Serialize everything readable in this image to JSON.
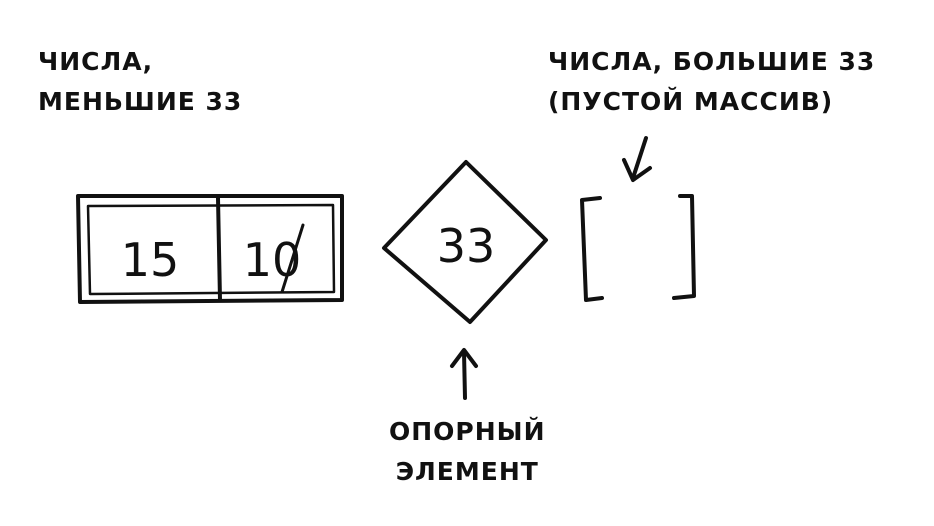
{
  "labels": {
    "less": {
      "line1": "ЧИСЛА,",
      "line2": "МЕНЬШИЕ 33"
    },
    "greater": {
      "line1": "ЧИСЛА, БОЛЬШИЕ 33",
      "line2": "(ПУСТОЙ МАССИВ)"
    },
    "pivot": {
      "line1": "ОПОРНЫЙ",
      "line2": "ЭЛЕМЕНТ"
    }
  },
  "left_array": [
    "15",
    "10"
  ],
  "pivot_value": "33",
  "right_array": [],
  "colors": {
    "ink": "#111111",
    "background": "#ffffff"
  }
}
